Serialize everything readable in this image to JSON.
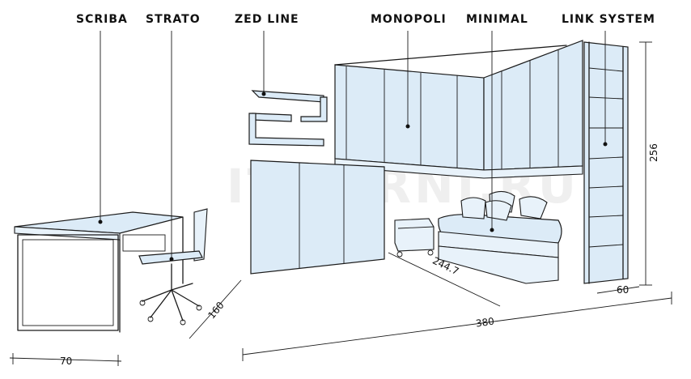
{
  "labels": {
    "scriba": "SCRIBA",
    "strato": "STRATO",
    "zed_line": "ZED LINE",
    "monopoli": "MONOPOLI",
    "minimal": "MINIMAL",
    "link_system": "LINK SYSTEM"
  },
  "dimensions": {
    "desk_width": "70",
    "floor_depth": "160",
    "bed_length": "244.7",
    "room_width": "380",
    "shelf_depth": "60",
    "height": "256"
  },
  "watermark": "IT-FURNI.RU",
  "colors": {
    "fill": "#dcebf7",
    "line": "#1a1a1a"
  }
}
